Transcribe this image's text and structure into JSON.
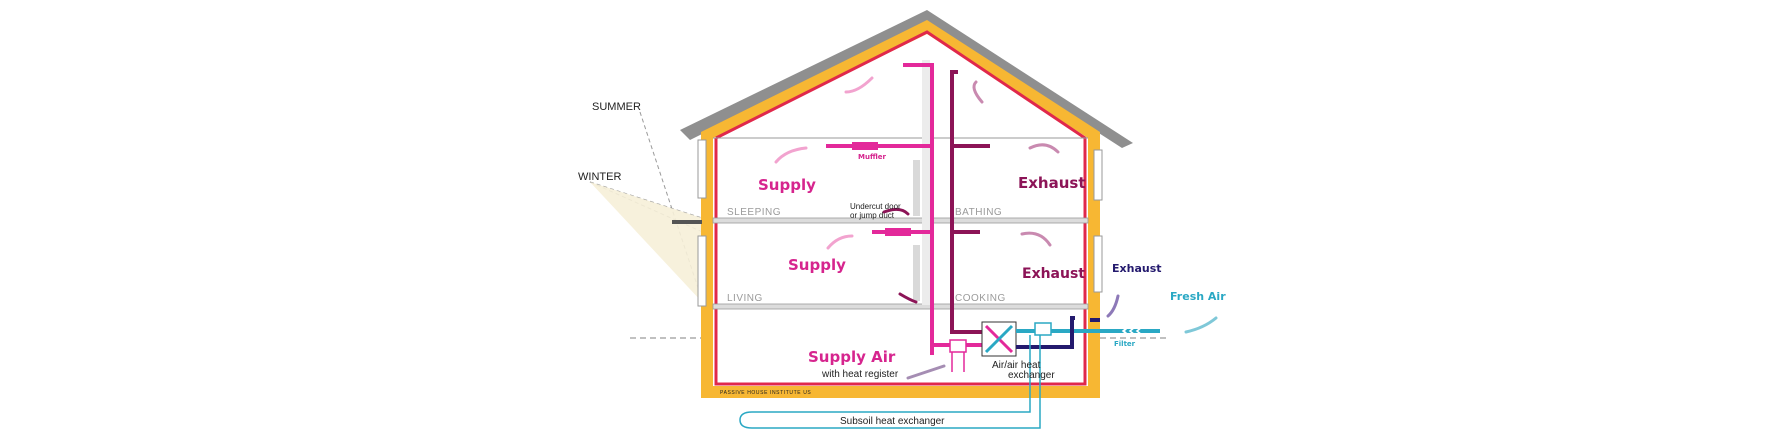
{
  "labels": {
    "summer": "SUMMER",
    "winter": "WINTER",
    "sleeping": "SLEEPING",
    "bathing": "BATHING",
    "living": "LIVING",
    "cooking": "COOKING",
    "supply_upper": "Supply",
    "supply_middle": "Supply",
    "exhaust_upper": "Exhaust",
    "exhaust_middle": "Exhaust",
    "exhaust_outside": "Exhaust",
    "fresh_air": "Fresh Air",
    "filter": "Filter",
    "muffler": "Muffler",
    "undercut_line1": "Undercut door",
    "undercut_line2": "or jump duct",
    "supply_air": "Supply Air",
    "heat_register": "with heat register",
    "hx_line1": "Air/air heat",
    "hx_line2": "exchanger",
    "credit": "PASSIVE HOUSE INSTITUTE US",
    "subsoil": "Subsoil heat exchanger"
  },
  "colors": {
    "insulation": "#f7b733",
    "airtight_layer": "#e0284b",
    "roof": "#8f8f8f",
    "supply": "#e3299a",
    "exhaust": "#8c1457",
    "fresh_air": "#2aa8c4",
    "outgoing": "#241a6e"
  }
}
